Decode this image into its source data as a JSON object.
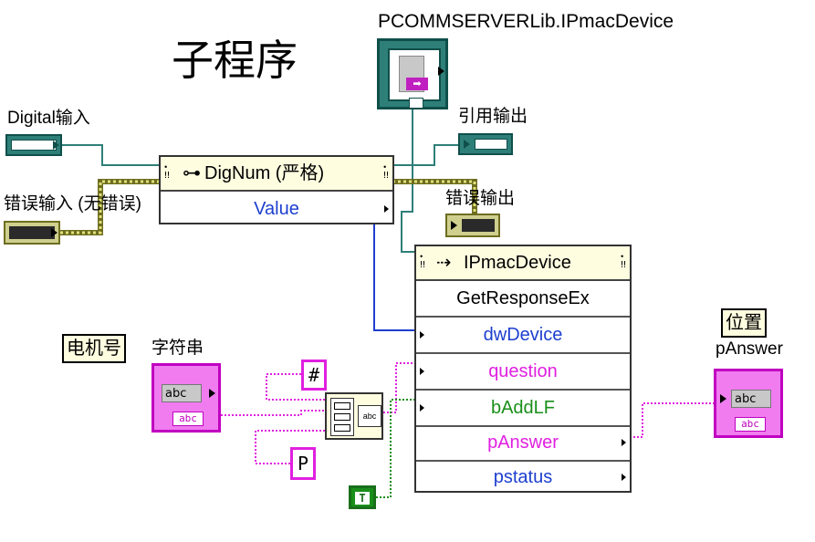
{
  "title": "子程序",
  "labels": {
    "device_class": "PCOMMSERVERLib.IPmacDevice",
    "digital_in": "Digital输入",
    "ref_out": "引用输出",
    "error_in": "错误输入 (无错误)",
    "error_out": "错误输出",
    "motor_no": "电机号",
    "string": "字符串",
    "position": "位置",
    "panswer_indicator": "pAnswer"
  },
  "property_node": {
    "title": "DigNum (严格)",
    "properties": [
      "Value"
    ]
  },
  "invoke_node": {
    "title": "IPmacDevice",
    "method": "GetResponseEx",
    "params": [
      {
        "name": "dwDevice",
        "color": "#1d3fcf"
      },
      {
        "name": "question",
        "color": "#e020e0"
      },
      {
        "name": "bAddLF",
        "color": "#1a8f1a"
      },
      {
        "name": "pAnswer",
        "color": "#e020e0"
      },
      {
        "name": "pstatus",
        "color": "#1d3fcf"
      }
    ]
  },
  "constants": {
    "hash": "#",
    "p": "P",
    "true_const": "T",
    "concat_glyph": "abc"
  },
  "string_control": {
    "text": "abc",
    "tag": "abc"
  },
  "string_indicator": {
    "text": "abc",
    "tag": "abc"
  },
  "colors": {
    "refnum": "#2f7f79",
    "error_cluster": "#c9c948",
    "string": "#e020e0",
    "numeric": "#1d3fcf",
    "boolean": "#1a8f1a"
  }
}
